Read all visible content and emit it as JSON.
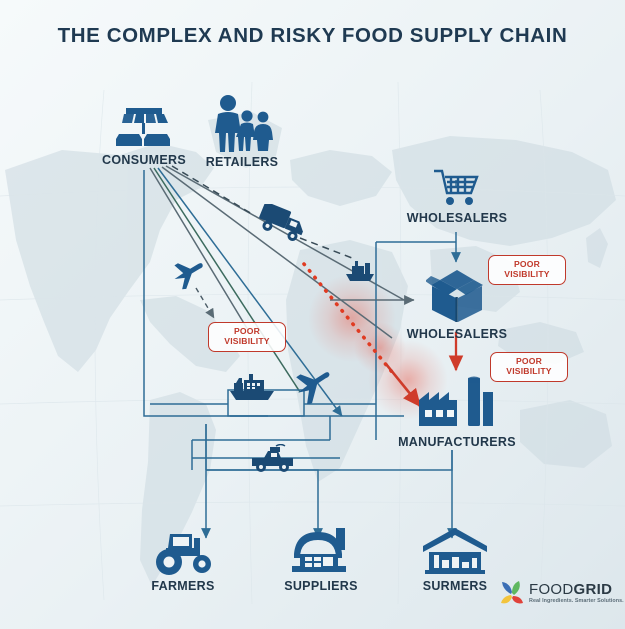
{
  "title": "THE COMPLEX AND RISKY FOOD SUPPLY CHAIN",
  "colors": {
    "title": "#1f3a52",
    "node_blue": "#1f5b8f",
    "node_dark": "#1b4a74",
    "line_blue": "#2e6d96",
    "line_gray": "#5a6b75",
    "line_green": "#3c6b5e",
    "alert_red": "#c0392b",
    "background": "#eef3f5"
  },
  "nodes": [
    {
      "id": "consumers",
      "label": "CONSUMERS",
      "icon": "market-stall-icon"
    },
    {
      "id": "retailers",
      "label": "RETAILERS",
      "icon": "family-people-icon"
    },
    {
      "id": "wholesalers1",
      "label": "WHOLESALERS",
      "icon": "shopping-cart-icon"
    },
    {
      "id": "wholesalers2",
      "label": "WHOLESALERS",
      "icon": "open-box-icon"
    },
    {
      "id": "manufacturers",
      "label": "MANUFACTURERS",
      "icon": "factory-icon"
    },
    {
      "id": "farmers",
      "label": "FARMERS",
      "icon": "tractor-icon"
    },
    {
      "id": "suppliers",
      "label": "SUPPLIERS",
      "icon": "warehouse-factory-icon"
    },
    {
      "id": "surmers",
      "label": "SURMERS",
      "icon": "warehouse-icon"
    }
  ],
  "alerts": [
    {
      "id": "alert-left",
      "line1": "POOR",
      "line2": "VISIBILITY"
    },
    {
      "id": "alert-wholesalers",
      "line1": "POOR",
      "line2": "VISIBILITY"
    },
    {
      "id": "alert-manufacturers",
      "line1": "POOR",
      "line2": "VISIBILITY"
    }
  ],
  "transport_icons": [
    {
      "id": "truck-large",
      "name": "delivery-truck-icon"
    },
    {
      "id": "plane-upper",
      "name": "airplane-icon"
    },
    {
      "id": "plane-lower",
      "name": "airplane-icon"
    },
    {
      "id": "ship-small",
      "name": "cargo-ship-icon"
    },
    {
      "id": "ship-large",
      "name": "cargo-ship-icon"
    },
    {
      "id": "pickup-truck",
      "name": "pickup-truck-icon"
    }
  ],
  "logo": {
    "name_light": "FOOD",
    "name_bold": "GRID",
    "tagline": "Real Ingredients. Smarter Solutions."
  }
}
